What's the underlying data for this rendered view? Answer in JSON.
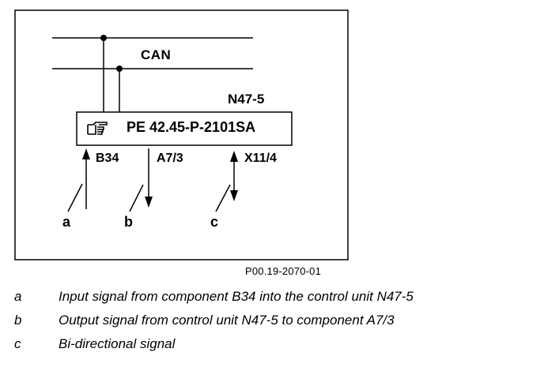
{
  "diagram": {
    "bus_label": "CAN",
    "unit_label": "N47-5",
    "module_icon": "pointing-hand-icon",
    "module_text": "PE 42.45-P-2101SA",
    "signals": [
      {
        "connector": "B34",
        "letter": "a"
      },
      {
        "connector": "A7/3",
        "letter": "b"
      },
      {
        "connector": "X11/4",
        "letter": "c"
      }
    ],
    "figure_id": "P00.19-2070-01"
  },
  "legend": [
    {
      "key": "a",
      "text": "Input signal from component B34 into the control unit N47-5"
    },
    {
      "key": "b",
      "text": "Output signal from control unit N47-5 to component A7/3"
    },
    {
      "key": "c",
      "text": "Bi-directional signal"
    }
  ]
}
